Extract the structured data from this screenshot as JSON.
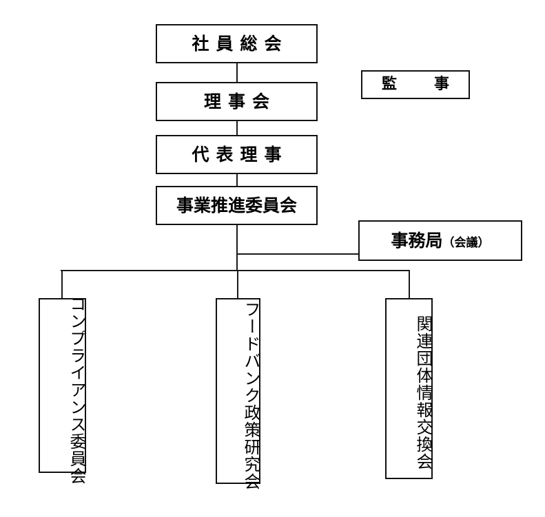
{
  "chart": {
    "title_text": "",
    "type": "organization-chart",
    "orientation": "top-down",
    "nodes": {
      "general_meeting": {
        "label": "社員総会",
        "level": 1
      },
      "board": {
        "label": "理事会",
        "level": 2
      },
      "representative": {
        "label": "代表理事",
        "level": 3
      },
      "promotion_committee": {
        "label": "事業推進委員会",
        "level": 4
      },
      "auditor": {
        "label": "監　事",
        "level": 2,
        "detached": true
      },
      "secretariat": {
        "label_main": "事務局",
        "label_sub": "（会議）",
        "level": 5
      },
      "compliance": {
        "label": "コンプライアンス委員会",
        "level": 6,
        "vertical": true
      },
      "foodbank": {
        "label": "フードバンク政策研究会",
        "level": 6,
        "vertical": true
      },
      "liaison": {
        "label": "関連団体情報交換会",
        "level": 6,
        "vertical": true
      }
    },
    "edges": [
      {
        "from": "general_meeting",
        "to": "board"
      },
      {
        "from": "board",
        "to": "representative"
      },
      {
        "from": "representative",
        "to": "promotion_committee"
      },
      {
        "from": "promotion_committee",
        "to": "secretariat"
      },
      {
        "from": "promotion_committee",
        "to": "compliance"
      },
      {
        "from": "promotion_committee",
        "to": "foodbank"
      },
      {
        "from": "promotion_committee",
        "to": "liaison"
      }
    ],
    "colors": {
      "background": "#ffffff",
      "border": "#111111",
      "text": "#000000",
      "connector": "#1a1a1a"
    }
  }
}
